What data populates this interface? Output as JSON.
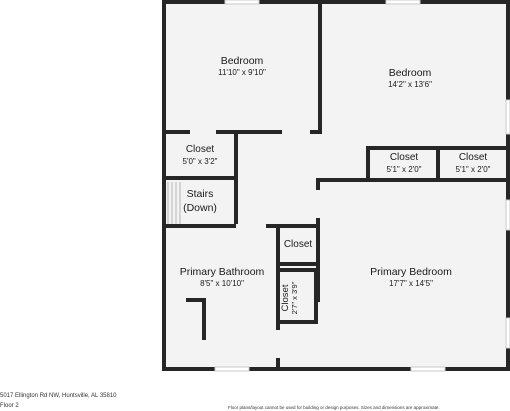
{
  "rooms": {
    "bedroom_left": {
      "name": "Bedroom",
      "dims": "11'10\" x 9'10\""
    },
    "bedroom_right": {
      "name": "Bedroom",
      "dims": "14'2\" x 13'6\""
    },
    "closet_left": {
      "name": "Closet",
      "dims": "5'0\" x 3'2\""
    },
    "closet_mid": {
      "name": "Closet",
      "dims": "5'1\" x 2'0\""
    },
    "closet_right": {
      "name": "Closet",
      "dims": "5'1\" x 2'0\""
    },
    "stairs": {
      "line1": "Stairs",
      "line2": "(Down)"
    },
    "closet_bath": {
      "name": "Closet"
    },
    "closet_vertical": {
      "name": "Closet",
      "dims": "2'7\" x 3'9\""
    },
    "primary_bathroom": {
      "name": "Primary Bathroom",
      "dims": "8'5\" x 10'10\""
    },
    "primary_bedroom": {
      "name": "Primary Bedroom",
      "dims": "17'7\" x 14'5\""
    }
  },
  "footer": {
    "address": "5017 Ellington Rd NW, Huntsville, AL 35810",
    "floor": "Floor 2",
    "disclaimer": "Floor plans/layout cannot be used for building or design purposes. Sizes and dimensions are approximate."
  },
  "colors": {
    "floor": "#f3f3f3",
    "wall": "#262626",
    "window": "#c8c8c8"
  }
}
